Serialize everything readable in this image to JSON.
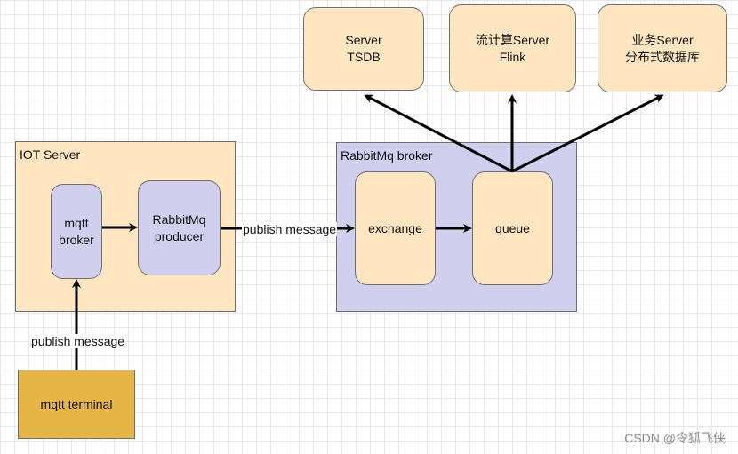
{
  "colors": {
    "orange_fill": "#ffe6c0",
    "purple_fill": "#d0d0ee",
    "terminal_fill": "#e5b645",
    "stroke": "#6e6e6e",
    "arrow": "#000000"
  },
  "servers": {
    "tsdb": {
      "line1": "Server",
      "line2": "TSDB"
    },
    "flink": {
      "line1": "流计算Server",
      "line2": "Flink"
    },
    "business": {
      "line1": "业务Server",
      "line2": "分布式数据库"
    }
  },
  "iot_server": {
    "title": "IOT Server",
    "mqtt_broker": {
      "line1": "mqtt",
      "line2": "broker"
    },
    "producer": {
      "line1": "RabbitMq",
      "line2": "producer"
    }
  },
  "rabbitmq_broker": {
    "title": "RabbitMq broker",
    "exchange": "exchange",
    "queue": "queue"
  },
  "terminal": {
    "label": "mqtt terminal"
  },
  "edges": {
    "terminal_to_broker": "publish message",
    "producer_to_exchange": "publish message"
  },
  "watermark": "CSDN @令狐飞侠"
}
